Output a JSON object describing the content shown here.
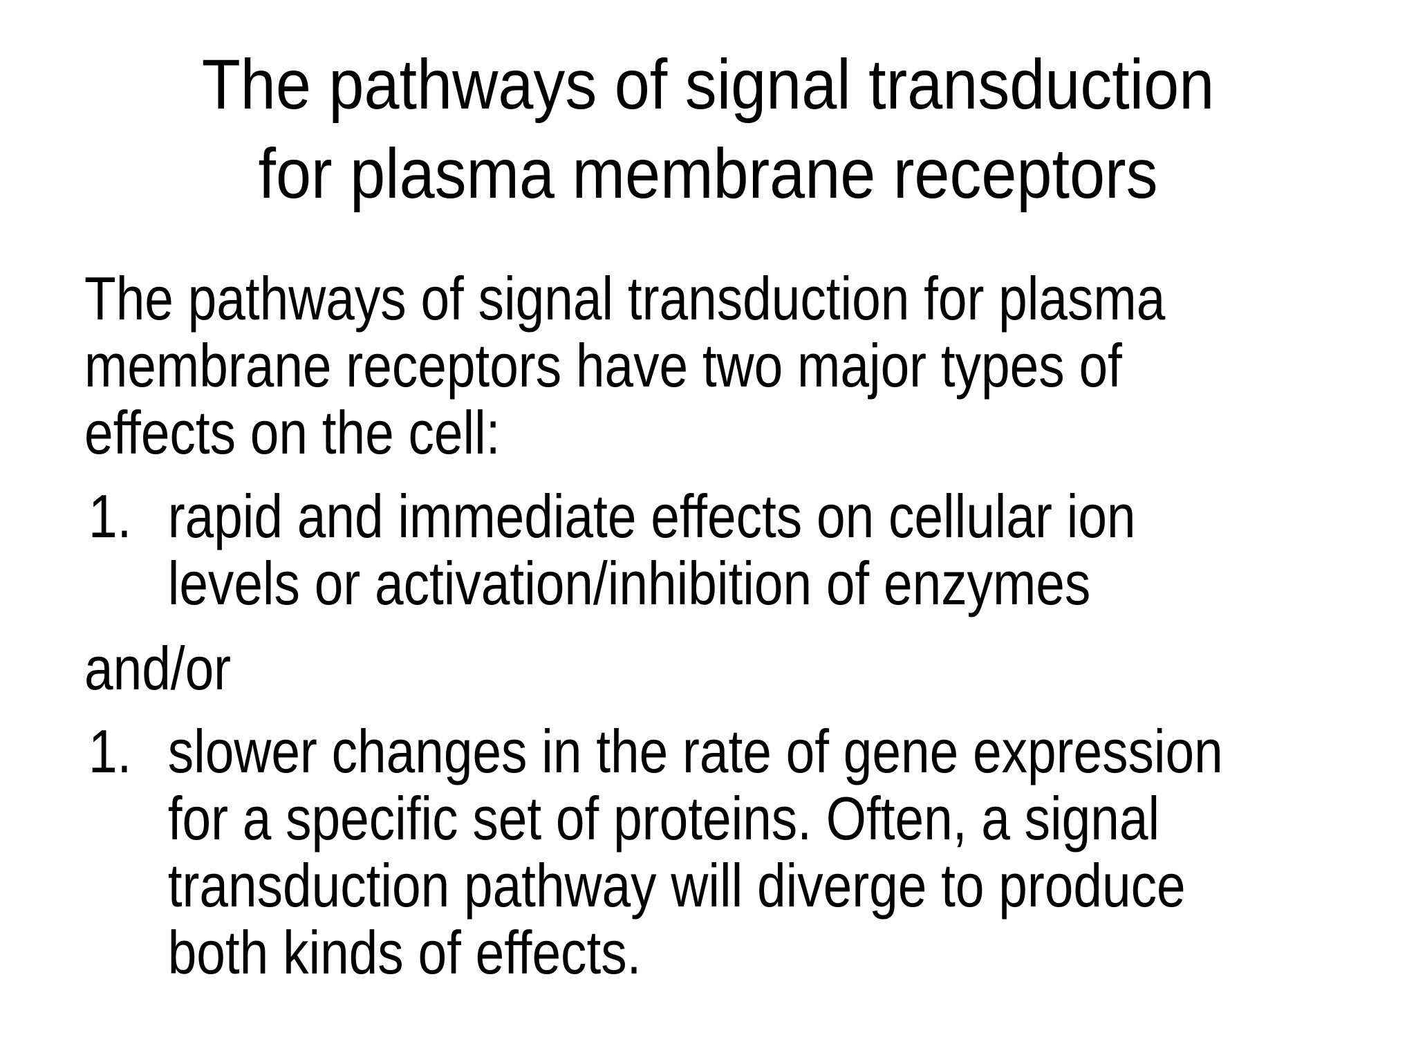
{
  "slide": {
    "background_color": "#ffffff",
    "text_color": "#000000"
  },
  "title": {
    "lines": [
      "The pathways of signal transduction",
      "for plasma membrane receptors"
    ]
  },
  "body": {
    "intro": {
      "lines": [
        "The pathways of signal transduction for plasma",
        "membrane receptors have two major types of",
        "effects on the cell:"
      ]
    },
    "list_item_1": {
      "number": "1.",
      "lines": [
        "rapid and immediate effects on cellular ion",
        "levels or activation/inhibition of enzymes"
      ]
    },
    "connector": {
      "text": "and/or"
    },
    "list_item_2": {
      "number": "1.",
      "lines": [
        "slower changes in the rate of gene expression",
        "for a specific set of proteins. Often, a signal",
        "transduction pathway will diverge to produce",
        "both kinds of effects."
      ]
    }
  }
}
